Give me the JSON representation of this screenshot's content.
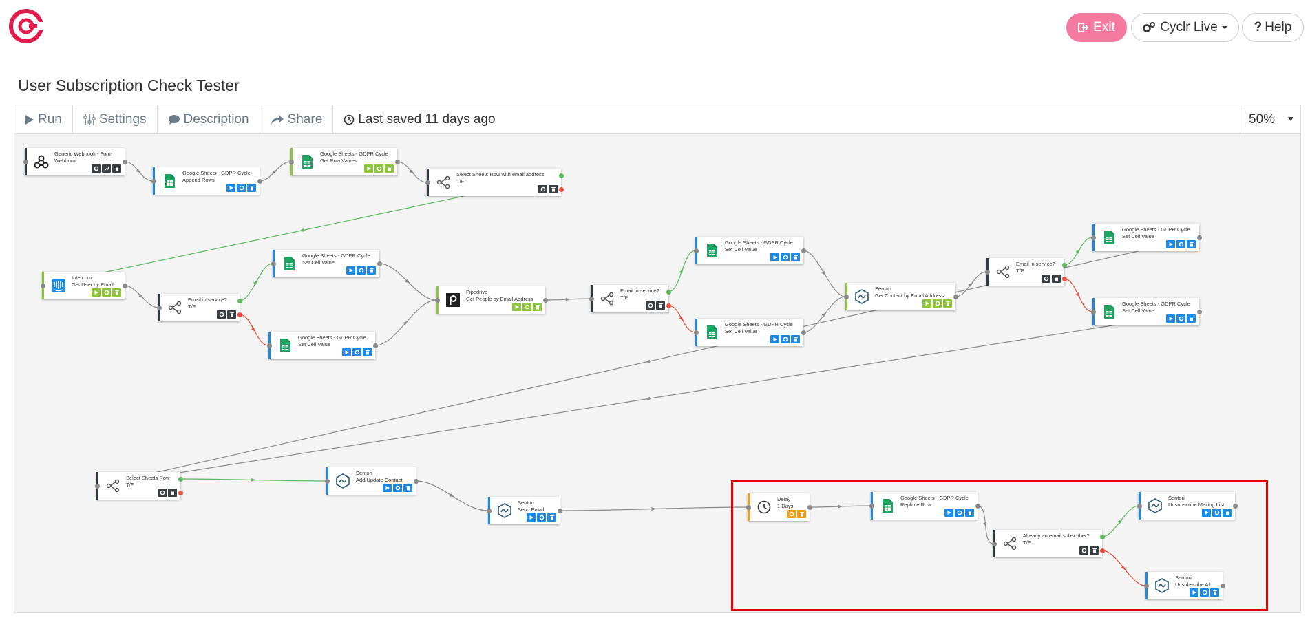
{
  "header": {
    "exit_label": "Exit",
    "environment_label": "Cyclr Live",
    "help_label": "Help",
    "colors": {
      "brand": "#e31b4a",
      "exit_bg": "#f47a9f"
    }
  },
  "page_title": "User Subscription Check Tester",
  "toolbar": {
    "run_label": "Run",
    "settings_label": "Settings",
    "description_label": "Description",
    "share_label": "Share",
    "last_saved": "Last saved 11 days ago",
    "zoom": "50%"
  },
  "steps": [
    {
      "id": "s1",
      "line1": "Generic Webhook - Form",
      "line2": "Webhook",
      "icon": "webhook-icon",
      "color": "dark",
      "actions": [
        "settings",
        "chart",
        "delete"
      ]
    },
    {
      "id": "s2",
      "line1": "Google Sheets - GDPR Cycle",
      "line2": "Append Rows",
      "icon": "google-sheets-icon",
      "color": "blue",
      "actions": [
        "run",
        "settings",
        "delete"
      ]
    },
    {
      "id": "s3",
      "line1": "Google Sheets - GDPR Cycle",
      "line2": "Get Row Values",
      "icon": "google-sheets-icon",
      "color": "green",
      "actions": [
        "run",
        "settings",
        "delete"
      ]
    },
    {
      "id": "s4",
      "line1": "Select Sheets Row with email address",
      "line2": "T/F",
      "icon": "decision-icon",
      "color": "dark",
      "actions": [
        "settings",
        "delete"
      ]
    },
    {
      "id": "s5",
      "line1": "Intercom",
      "line2": "Get User by Email",
      "icon": "intercom-icon",
      "color": "green",
      "actions": [
        "run",
        "settings",
        "delete"
      ]
    },
    {
      "id": "s6",
      "line1": "Email in service?",
      "line2": "T/F",
      "icon": "decision-icon",
      "color": "dark",
      "actions": [
        "settings",
        "delete"
      ]
    },
    {
      "id": "s7",
      "line1": "Google Sheets - GDPR Cycle",
      "line2": "Set Cell Value",
      "icon": "google-sheets-icon",
      "color": "blue",
      "actions": [
        "run",
        "settings",
        "delete"
      ]
    },
    {
      "id": "s8",
      "line1": "Google Sheets - GDPR Cycle",
      "line2": "Set Cell Value",
      "icon": "google-sheets-icon",
      "color": "blue",
      "actions": [
        "run",
        "settings",
        "delete"
      ]
    },
    {
      "id": "s9",
      "line1": "Pipedrive",
      "line2": "Get People by Email Address",
      "icon": "pipedrive-icon",
      "color": "green",
      "actions": [
        "run",
        "settings",
        "delete"
      ]
    },
    {
      "id": "s10",
      "line1": "Email in service?",
      "line2": "T/F",
      "icon": "decision-icon",
      "color": "dark",
      "actions": [
        "settings",
        "delete"
      ]
    },
    {
      "id": "s11",
      "line1": "Google Sheets - GDPR Cycle",
      "line2": "Set Cell Value",
      "icon": "google-sheets-icon",
      "color": "blue",
      "actions": [
        "run",
        "settings",
        "delete"
      ]
    },
    {
      "id": "s12",
      "line1": "Google Sheets - GDPR Cycle",
      "line2": "Set Cell Value",
      "icon": "google-sheets-icon",
      "color": "blue",
      "actions": [
        "run",
        "settings",
        "delete"
      ]
    },
    {
      "id": "s13",
      "line1": "Sentori",
      "line2": "Get Contact by Email Address",
      "icon": "sentori-icon",
      "color": "green",
      "actions": [
        "run",
        "settings",
        "delete"
      ]
    },
    {
      "id": "s14",
      "line1": "Email in service?",
      "line2": "T/F",
      "icon": "decision-icon",
      "color": "dark",
      "actions": [
        "settings",
        "delete"
      ]
    },
    {
      "id": "s15",
      "line1": "Google Sheets - GDPR Cycle",
      "line2": "Set Cell Value",
      "icon": "google-sheets-icon",
      "color": "blue",
      "actions": [
        "run",
        "settings",
        "delete"
      ]
    },
    {
      "id": "s16",
      "line1": "Google Sheets - GDPR Cycle",
      "line2": "Set Cell Value",
      "icon": "google-sheets-icon",
      "color": "blue",
      "actions": [
        "run",
        "settings",
        "delete"
      ]
    },
    {
      "id": "s17",
      "line1": "Select Sheets Row",
      "line2": "T/F",
      "icon": "decision-icon",
      "color": "dark",
      "actions": [
        "settings",
        "delete"
      ]
    },
    {
      "id": "s18",
      "line1": "Sentori",
      "line2": "Add/Update Contact",
      "icon": "sentori-icon",
      "color": "blue",
      "actions": [
        "run",
        "settings",
        "delete"
      ]
    },
    {
      "id": "s19",
      "line1": "Sentori",
      "line2": "Send Email",
      "icon": "sentori-icon",
      "color": "blue",
      "actions": [
        "run",
        "settings",
        "delete"
      ]
    },
    {
      "id": "s20",
      "line1": "Delay",
      "line2": "1 Days",
      "icon": "clock-icon",
      "color": "orange",
      "actions": [
        "settings",
        "delete"
      ]
    },
    {
      "id": "s21",
      "line1": "Google Sheets - GDPR Cycle",
      "line2": "Replace Row",
      "icon": "google-sheets-icon",
      "color": "blue",
      "actions": [
        "run",
        "settings",
        "delete"
      ]
    },
    {
      "id": "s22",
      "line1": "Already an email subscriber?",
      "line2": "T/F",
      "icon": "decision-icon",
      "color": "dark",
      "actions": [
        "settings",
        "delete"
      ]
    },
    {
      "id": "s23",
      "line1": "Sentori",
      "line2": "Unsubscribe Mailing List",
      "icon": "sentori-icon",
      "color": "blue",
      "actions": [
        "run",
        "settings",
        "delete"
      ]
    },
    {
      "id": "s24",
      "line1": "Sentori",
      "line2": "Unsubscribe All",
      "icon": "sentori-icon",
      "color": "blue",
      "actions": [
        "run",
        "settings",
        "delete"
      ]
    }
  ]
}
